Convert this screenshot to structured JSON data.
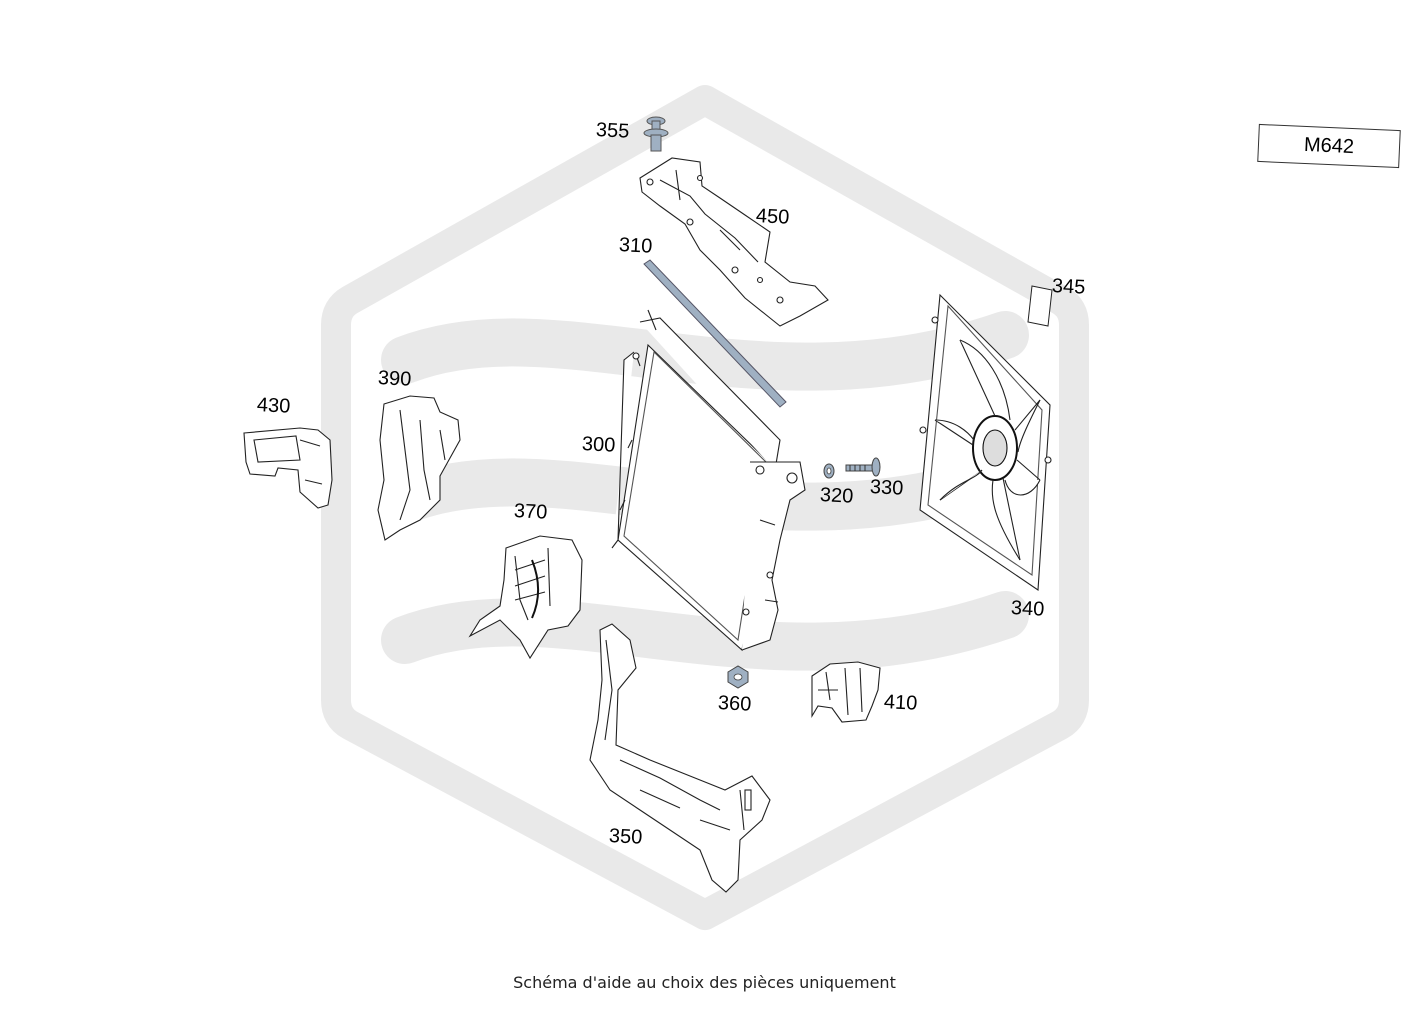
{
  "diagram": {
    "engine_code": "M642",
    "footer_note": "Schéma d'aide au choix des pièces uniquement",
    "watermark_color": "#e9e9e9",
    "part_color": "#9fb0c2",
    "callouts": {
      "p300": "300",
      "p310": "310",
      "p320": "320",
      "p330": "330",
      "p340": "340",
      "p345": "345",
      "p350": "350",
      "p355": "355",
      "p360": "360",
      "p370": "370",
      "p390": "390",
      "p410": "410",
      "p430": "430",
      "p450": "450"
    }
  }
}
